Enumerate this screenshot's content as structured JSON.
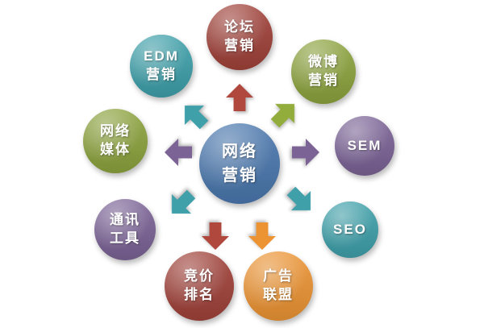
{
  "diagram": {
    "center": {
      "label": "网络\n营销",
      "color": "#4a77ad"
    },
    "nodes": [
      {
        "id": "forum-marketing",
        "label": "论坛\n营销",
        "color": "#a0423a"
      },
      {
        "id": "weibo-marketing",
        "label": "微博\n营销",
        "color": "#8ca33e"
      },
      {
        "id": "sem",
        "label": "SEM",
        "color": "#7b6396"
      },
      {
        "id": "seo",
        "label": "SEO",
        "color": "#3fa0aa"
      },
      {
        "id": "ad-alliance",
        "label": "广告\n联盟",
        "color": "#ec9434"
      },
      {
        "id": "bidding-rank",
        "label": "竞价\n排名",
        "color": "#a0423a"
      },
      {
        "id": "communication-tools",
        "label": "通讯\n工具",
        "color": "#7b6396"
      },
      {
        "id": "network-media",
        "label": "网络\n媒体",
        "color": "#8ca33e"
      },
      {
        "id": "edm-marketing",
        "label": "EDM\n营销",
        "color": "#3fa0aa"
      }
    ],
    "arrows": [
      {
        "direction": "up",
        "color": "#b0483d"
      },
      {
        "direction": "up-right",
        "color": "#93ad3c"
      },
      {
        "direction": "right",
        "color": "#7b6396"
      },
      {
        "direction": "down-right",
        "color": "#3fa0aa"
      },
      {
        "direction": "down",
        "color": "#ec9434"
      },
      {
        "direction": "down",
        "color": "#b0483d"
      },
      {
        "direction": "down-left",
        "color": "#3fa0aa"
      },
      {
        "direction": "left",
        "color": "#7b6396"
      },
      {
        "direction": "up-left",
        "color": "#3fa0aa"
      }
    ]
  }
}
